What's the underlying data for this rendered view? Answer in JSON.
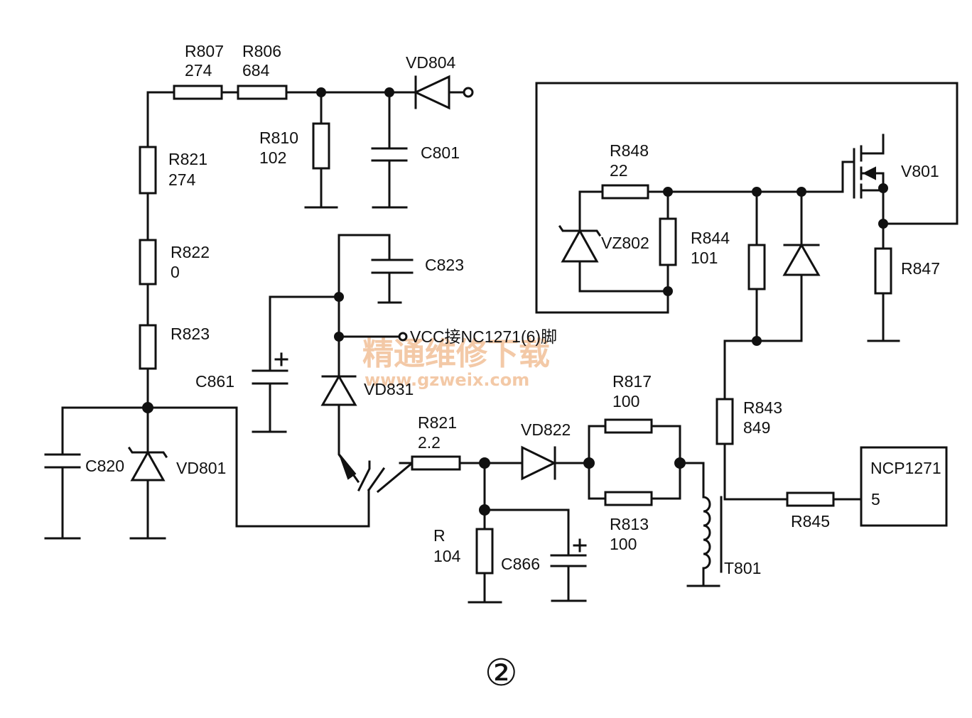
{
  "components": {
    "r807": {
      "ref": "R807",
      "val": "274"
    },
    "r806": {
      "ref": "R806",
      "val": "684"
    },
    "vd804": {
      "ref": "VD804"
    },
    "r810": {
      "ref": "R810",
      "val": "102"
    },
    "c801": {
      "ref": "C801"
    },
    "r821a": {
      "ref": "R821",
      "val": "274"
    },
    "r822": {
      "ref": "R822",
      "val": "0"
    },
    "r823": {
      "ref": "R823"
    },
    "c820": {
      "ref": "C820"
    },
    "vd801": {
      "ref": "VD801"
    },
    "c823": {
      "ref": "C823"
    },
    "c861": {
      "ref": "C861"
    },
    "vd831": {
      "ref": "VD831"
    },
    "r821b": {
      "ref": "R821",
      "val": "2.2"
    },
    "vd822": {
      "ref": "VD822"
    },
    "r817": {
      "ref": "R817",
      "val": "100"
    },
    "r813": {
      "ref": "R813",
      "val": "100"
    },
    "r104": {
      "ref": "R",
      "val": "104"
    },
    "c866": {
      "ref": "C866"
    },
    "t801": {
      "ref": "T801"
    },
    "r848": {
      "ref": "R848",
      "val": "22"
    },
    "vz802": {
      "ref": "VZ802"
    },
    "r844": {
      "ref": "R844",
      "val": "101"
    },
    "v801": {
      "ref": "V801"
    },
    "r847": {
      "ref": "R847"
    },
    "r843": {
      "ref": "R843",
      "val": "849"
    },
    "r845": {
      "ref": "R845"
    },
    "ncp": {
      "ref": "NCP1271",
      "pin": "5"
    }
  },
  "vcc_note": "VCC接NC1271(6)脚",
  "watermark": {
    "line1": "精通维修下载",
    "line2": "www.gzweix.com"
  },
  "figure_number": "②"
}
